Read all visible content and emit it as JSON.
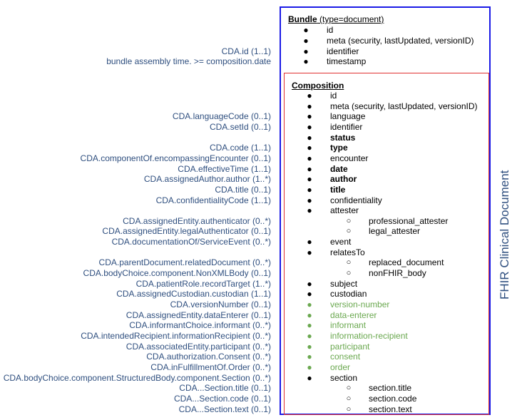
{
  "side_title": "FHIR Clinical Document",
  "bundle": {
    "title": "Bundle",
    "title_note": " (type=document)",
    "items": [
      {
        "label": "id"
      },
      {
        "label": "meta (security, lastUpdated, versionID)"
      },
      {
        "label": "identifier"
      },
      {
        "label": "timestamp"
      }
    ]
  },
  "composition": {
    "title": "Composition",
    "items": [
      {
        "label": "id",
        "style": "normal",
        "level": 1
      },
      {
        "label": "meta (security, lastUpdated, versionID)",
        "style": "normal",
        "level": 1
      },
      {
        "label": "language",
        "style": "normal",
        "level": 1
      },
      {
        "label": "identifier",
        "style": "normal",
        "level": 1
      },
      {
        "label": "status",
        "style": "bold",
        "level": 1
      },
      {
        "label": "type",
        "style": "bold",
        "level": 1
      },
      {
        "label": "encounter",
        "style": "normal",
        "level": 1
      },
      {
        "label": "date",
        "style": "bold",
        "level": 1
      },
      {
        "label": "author",
        "style": "bold",
        "level": 1
      },
      {
        "label": "title",
        "style": "bold",
        "level": 1
      },
      {
        "label": "confidentiality",
        "style": "normal",
        "level": 1
      },
      {
        "label": "attester",
        "style": "normal",
        "level": 1
      },
      {
        "label": "professional_attester",
        "style": "normal",
        "level": 2
      },
      {
        "label": "legal_attester",
        "style": "normal",
        "level": 2
      },
      {
        "label": "event",
        "style": "normal",
        "level": 1
      },
      {
        "label": "relatesTo",
        "style": "normal",
        "level": 1
      },
      {
        "label": "replaced_document",
        "style": "normal",
        "level": 2
      },
      {
        "label": "nonFHIR_body",
        "style": "normal",
        "level": 2
      },
      {
        "label": "subject",
        "style": "normal",
        "level": 1
      },
      {
        "label": "custodian",
        "style": "normal",
        "level": 1
      },
      {
        "label": "version-number",
        "style": "green",
        "level": 1
      },
      {
        "label": "data-enterer",
        "style": "green",
        "level": 1
      },
      {
        "label": "informant",
        "style": "green",
        "level": 1
      },
      {
        "label": "information-recipient",
        "style": "green",
        "level": 1
      },
      {
        "label": "participant",
        "style": "green",
        "level": 1
      },
      {
        "label": "consent",
        "style": "green",
        "level": 1
      },
      {
        "label": "order",
        "style": "green",
        "level": 1
      },
      {
        "label": "section",
        "style": "normal",
        "level": 1
      },
      {
        "label": "section.title",
        "style": "normal",
        "level": 2
      },
      {
        "label": "section.code",
        "style": "normal",
        "level": 2
      },
      {
        "label": "section.text",
        "style": "normal",
        "level": 2
      }
    ]
  },
  "cda_labels": [
    {
      "text": "CDA.id (1..1)",
      "row": "bundle",
      "index": 2
    },
    {
      "text": "bundle assembly time. >= composition.date",
      "row": "bundle",
      "index": 3
    },
    {
      "text": "CDA.languageCode (0..1)",
      "row": "comp",
      "index": 2
    },
    {
      "text": "CDA.setId (0..1)",
      "row": "comp",
      "index": 3
    },
    {
      "text": "CDA.code (1..1)",
      "row": "comp",
      "index": 5
    },
    {
      "text": "CDA.componentOf.encompassingEncounter (0..1)",
      "row": "comp",
      "index": 6
    },
    {
      "text": "CDA.effectiveTime (1..1)",
      "row": "comp",
      "index": 7
    },
    {
      "text": "CDA.assignedAuthor.author (1..*)",
      "row": "comp",
      "index": 8
    },
    {
      "text": "CDA.title (0..1)",
      "row": "comp",
      "index": 9
    },
    {
      "text": "CDA.confidentialityCode (1..1)",
      "row": "comp",
      "index": 10
    },
    {
      "text": "CDA.assignedEntity.authenticator (0..*)",
      "row": "comp",
      "index": 12
    },
    {
      "text": "CDA.assignedEntity.legalAuthenticator (0..1)",
      "row": "comp",
      "index": 13
    },
    {
      "text": "CDA.documentationOf/ServiceEvent (0..*)",
      "row": "comp",
      "index": 14
    },
    {
      "text": "CDA.parentDocument.relatedDocument (0..*)",
      "row": "comp",
      "index": 16
    },
    {
      "text": "CDA.bodyChoice.component.NonXMLBody (0..1)",
      "row": "comp",
      "index": 17
    },
    {
      "text": "CDA.patientRole.recordTarget (1..*)",
      "row": "comp",
      "index": 18
    },
    {
      "text": "CDA.assignedCustodian.custodian (1..1)",
      "row": "comp",
      "index": 19
    },
    {
      "text": "CDA.versionNumber (0..1)",
      "row": "comp",
      "index": 20
    },
    {
      "text": "CDA.assignedEntity.dataEnterer (0..1)",
      "row": "comp",
      "index": 21
    },
    {
      "text": "CDA.informantChoice.informant (0..*)",
      "row": "comp",
      "index": 22
    },
    {
      "text": "CDA.intendedRecipient.informationRecipient (0..*)",
      "row": "comp",
      "index": 23
    },
    {
      "text": "CDA.associatedEntity.participant (0..*)",
      "row": "comp",
      "index": 24
    },
    {
      "text": "CDA.authorization.Consent (0..*)",
      "row": "comp",
      "index": 25
    },
    {
      "text": "CDA.inFulfillmentOf.Order (0..*)",
      "row": "comp",
      "index": 26
    },
    {
      "text": "CDA.bodyChoice.component.StructuredBody.component.Section (0..*)",
      "row": "comp",
      "index": 27
    },
    {
      "text": "CDA...Section.title (0..1)",
      "row": "comp",
      "index": 28
    },
    {
      "text": "CDA...Section.code (0..1)",
      "row": "comp",
      "index": 29
    },
    {
      "text": "CDA...Section.text (0..1)",
      "row": "comp",
      "index": 30
    }
  ]
}
